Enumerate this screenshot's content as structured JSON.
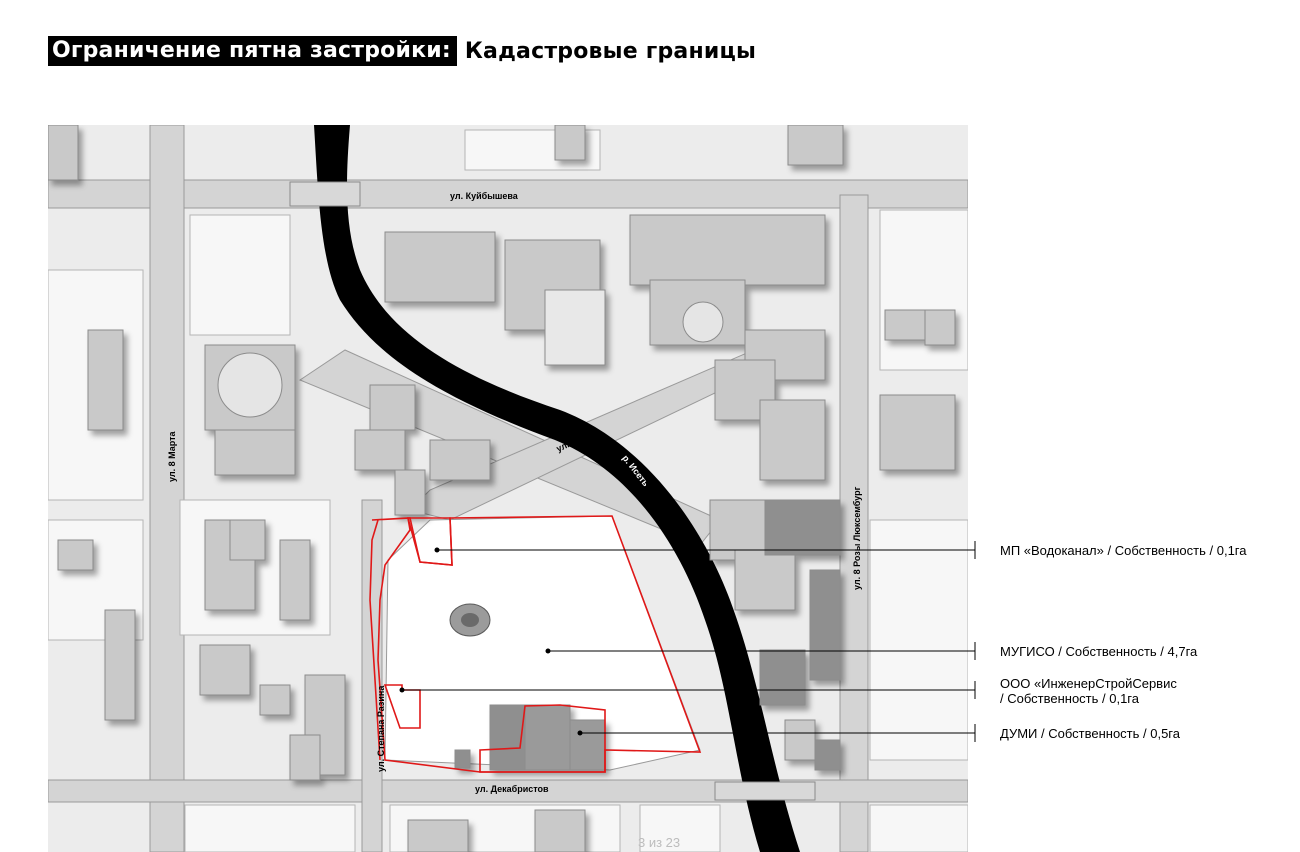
{
  "title": {
    "highlighted": "Ограничение пятна застройки:",
    "rest": "Кадастровые границы"
  },
  "streets": {
    "kuybysheva": "ул. Куйбышева",
    "marta8": "ул. 8 Марта",
    "iks": "ул. Икс",
    "iset": "р. Исеть",
    "rozy": "ул. 8 Розы Люксембург",
    "razina": "ул. Степана Разина",
    "dekabristov": "ул. Декабристов"
  },
  "legend": [
    {
      "line1": "МП «Водоканал» / Собственность / 0,1га",
      "line2": ""
    },
    {
      "line1": "МУГИСО / Собственность / 4,7га",
      "line2": ""
    },
    {
      "line1": "ООО «ИнженерСтройСервис",
      "line2": "/ Собственность / 0,1га"
    },
    {
      "line1": "ДУМИ / Собственность / 0,5га",
      "line2": ""
    }
  ],
  "page_number": "3 из 23",
  "colors": {
    "boundary": "#e01818",
    "river": "#000000",
    "road": "#d9d9d9",
    "building": "#c8c8c8"
  }
}
